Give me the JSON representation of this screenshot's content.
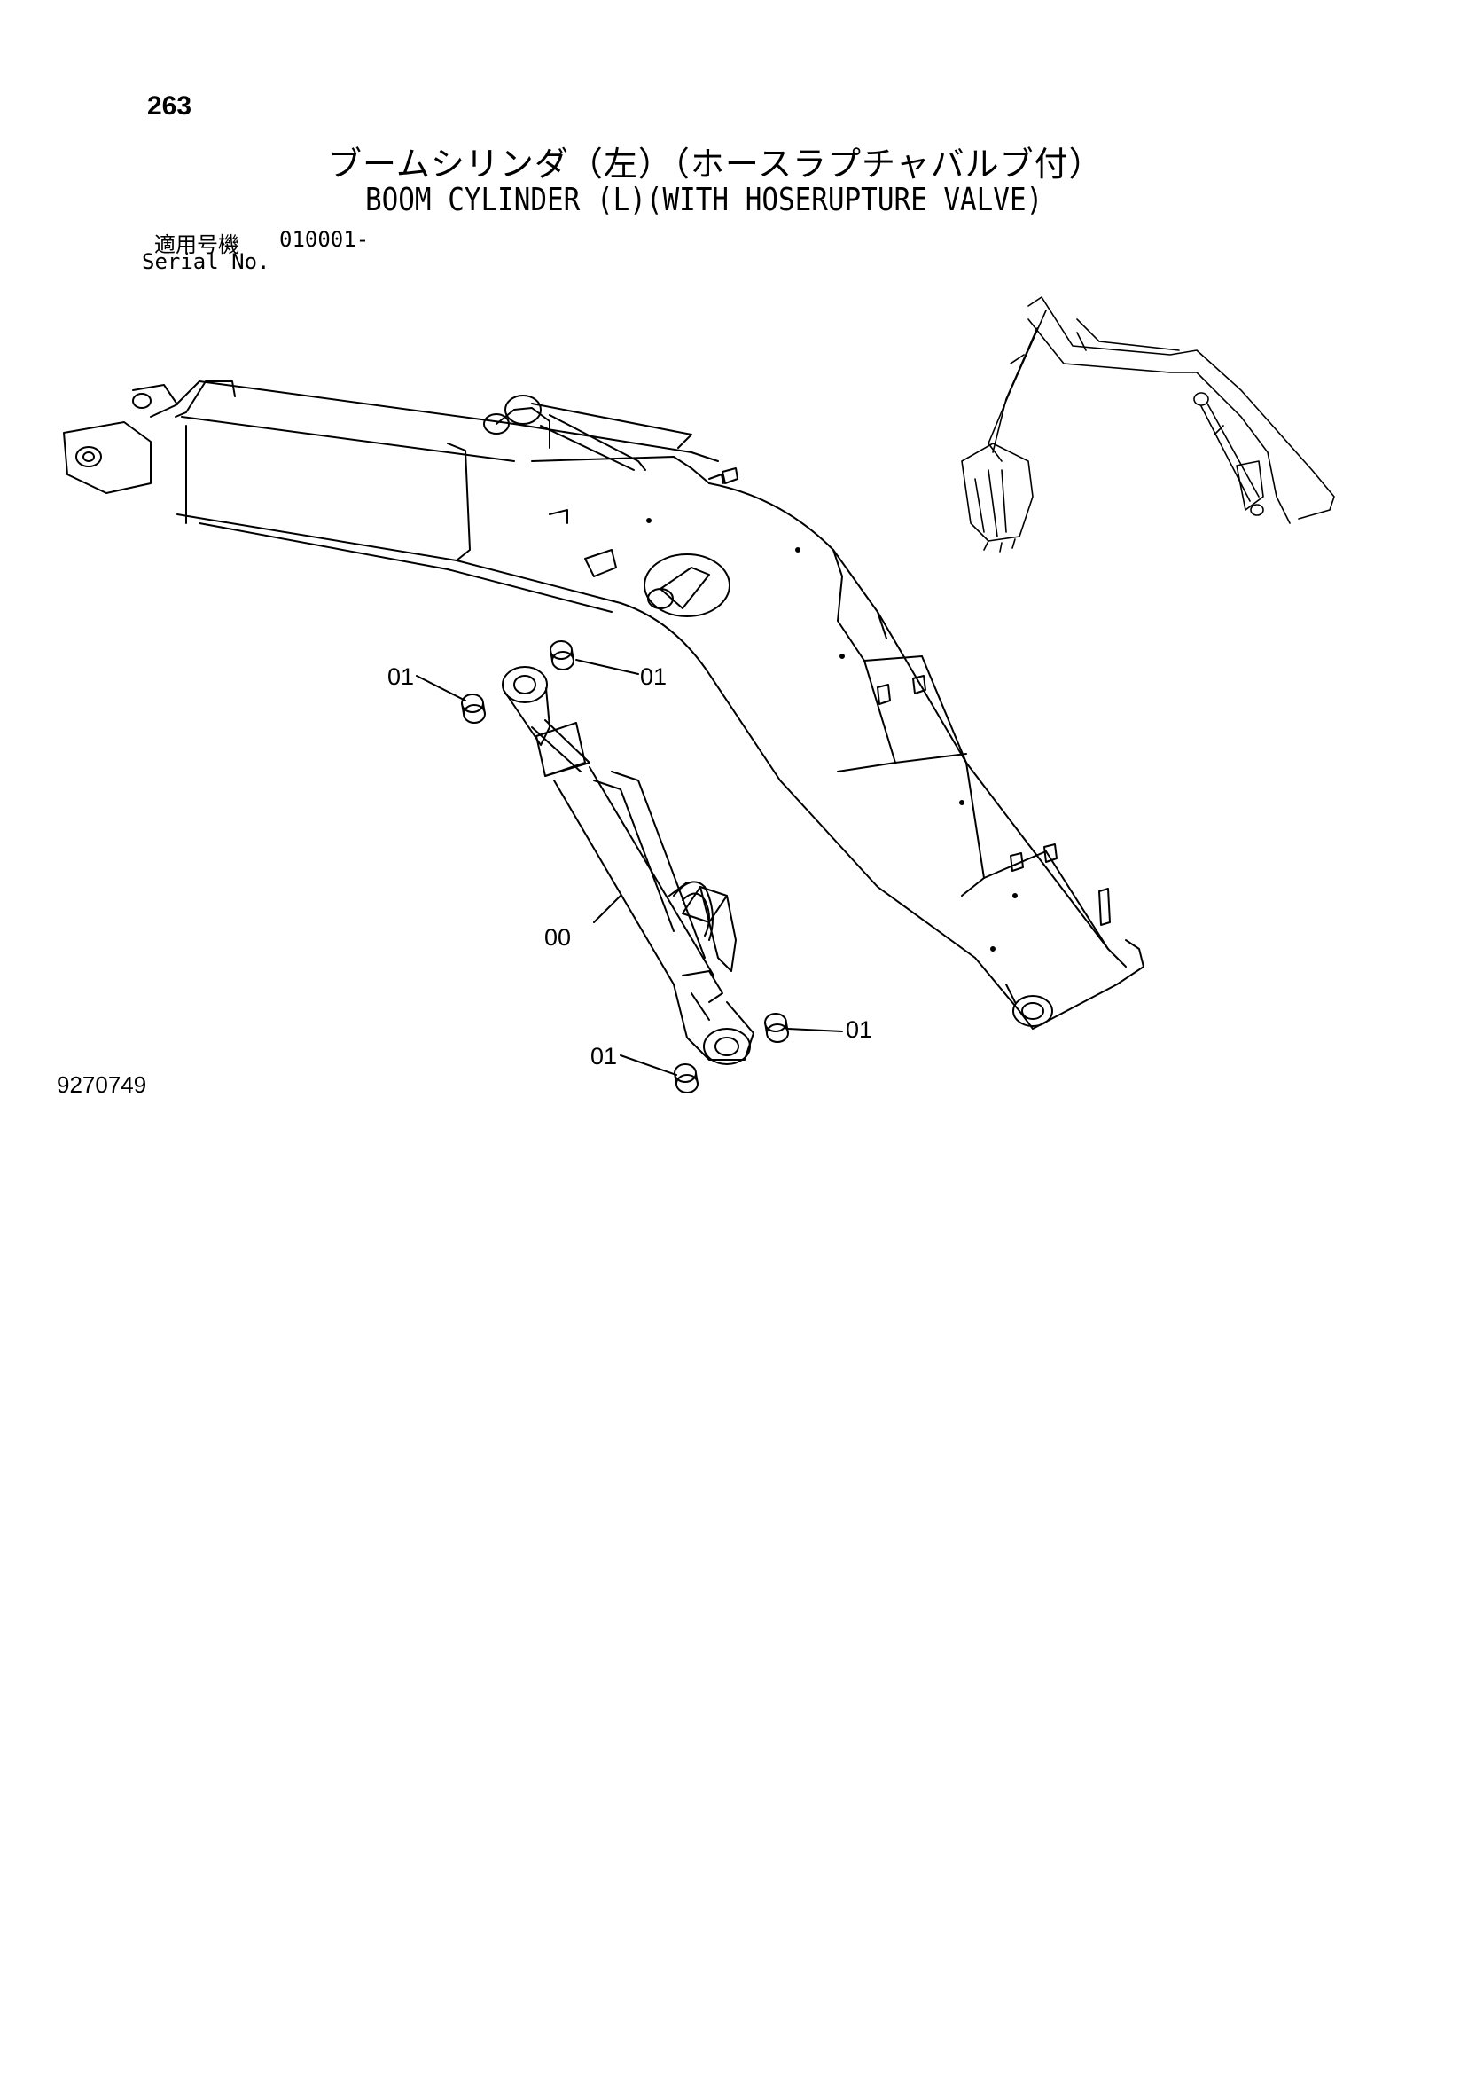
{
  "page": {
    "number": "263",
    "title_jp": "ブームシリンダ（左）（ホースラプチャバルブ付）",
    "title_en": "BOOM CYLINDER (L)(WITH HOSERUPTURE VALVE)",
    "serial_label_jp": "適用号機",
    "serial_value": "010001-",
    "serial_label_en": "Serial No.",
    "figure_number": "9270749"
  },
  "callouts": {
    "c_top_left": "01",
    "c_top_right": "01",
    "c_cylinder": "00",
    "c_bottom_right": "01",
    "c_bottom_left": "01"
  }
}
